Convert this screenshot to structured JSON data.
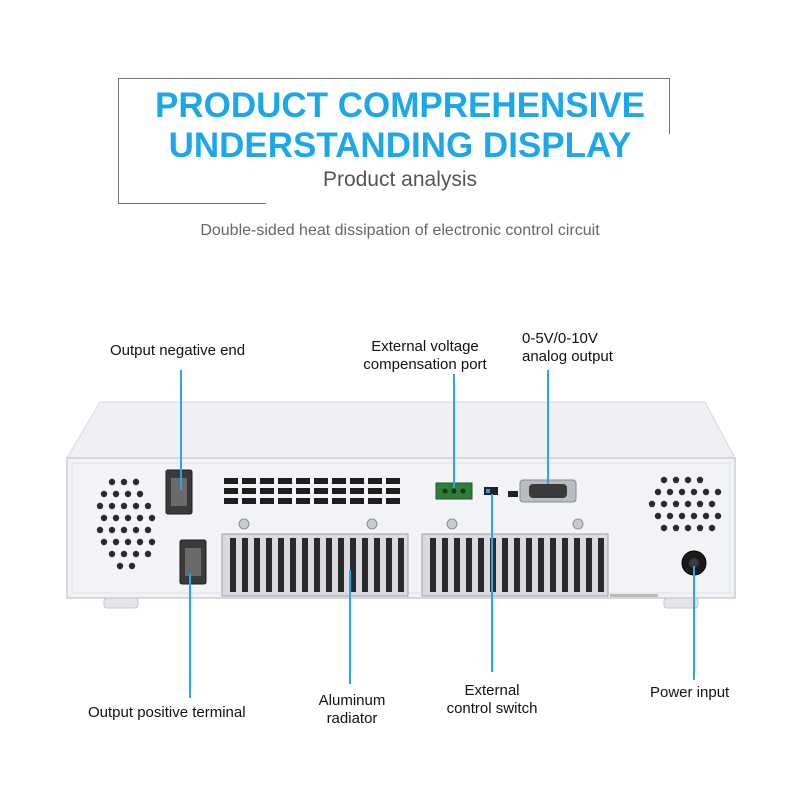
{
  "header": {
    "title_line1": "PRODUCT COMPREHENSIVE",
    "title_line2": "UNDERSTANDING DISPLAY",
    "subtitle": "Product analysis",
    "description": "Double-sided heat dissipation of electronic control circuit"
  },
  "labels": {
    "output_negative": "Output negative end",
    "ext_voltage_line1": "External voltage",
    "ext_voltage_line2": "compensation port",
    "analog_line1": "0-5V/0-10V",
    "analog_line2": "analog output",
    "output_positive": "Output positive terminal",
    "aluminum_line1": "Aluminum",
    "aluminum_line2": "radiator",
    "ext_switch_line1": "External",
    "ext_switch_line2": "control switch",
    "power_input": "Power input"
  },
  "colors": {
    "accent": "#1ea7e8",
    "callout_line": "#2aa6e8"
  }
}
